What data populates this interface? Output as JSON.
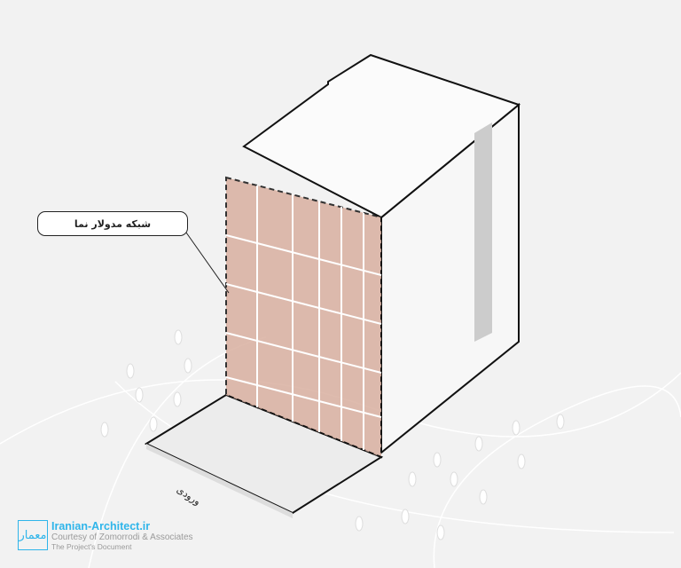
{
  "callout": {
    "label": "شبکه مدولار نما"
  },
  "entrance": {
    "label": "ورودی"
  },
  "credit": {
    "logo_text": "معمار",
    "site": "Iranian-Architect.ir",
    "courtesy": "Courtesy of Zomorrodi & Associates",
    "document": "The Project's Document"
  },
  "colors": {
    "facade": "#d9b0a0",
    "accent": "#2fb5ea",
    "outline": "#111111"
  }
}
